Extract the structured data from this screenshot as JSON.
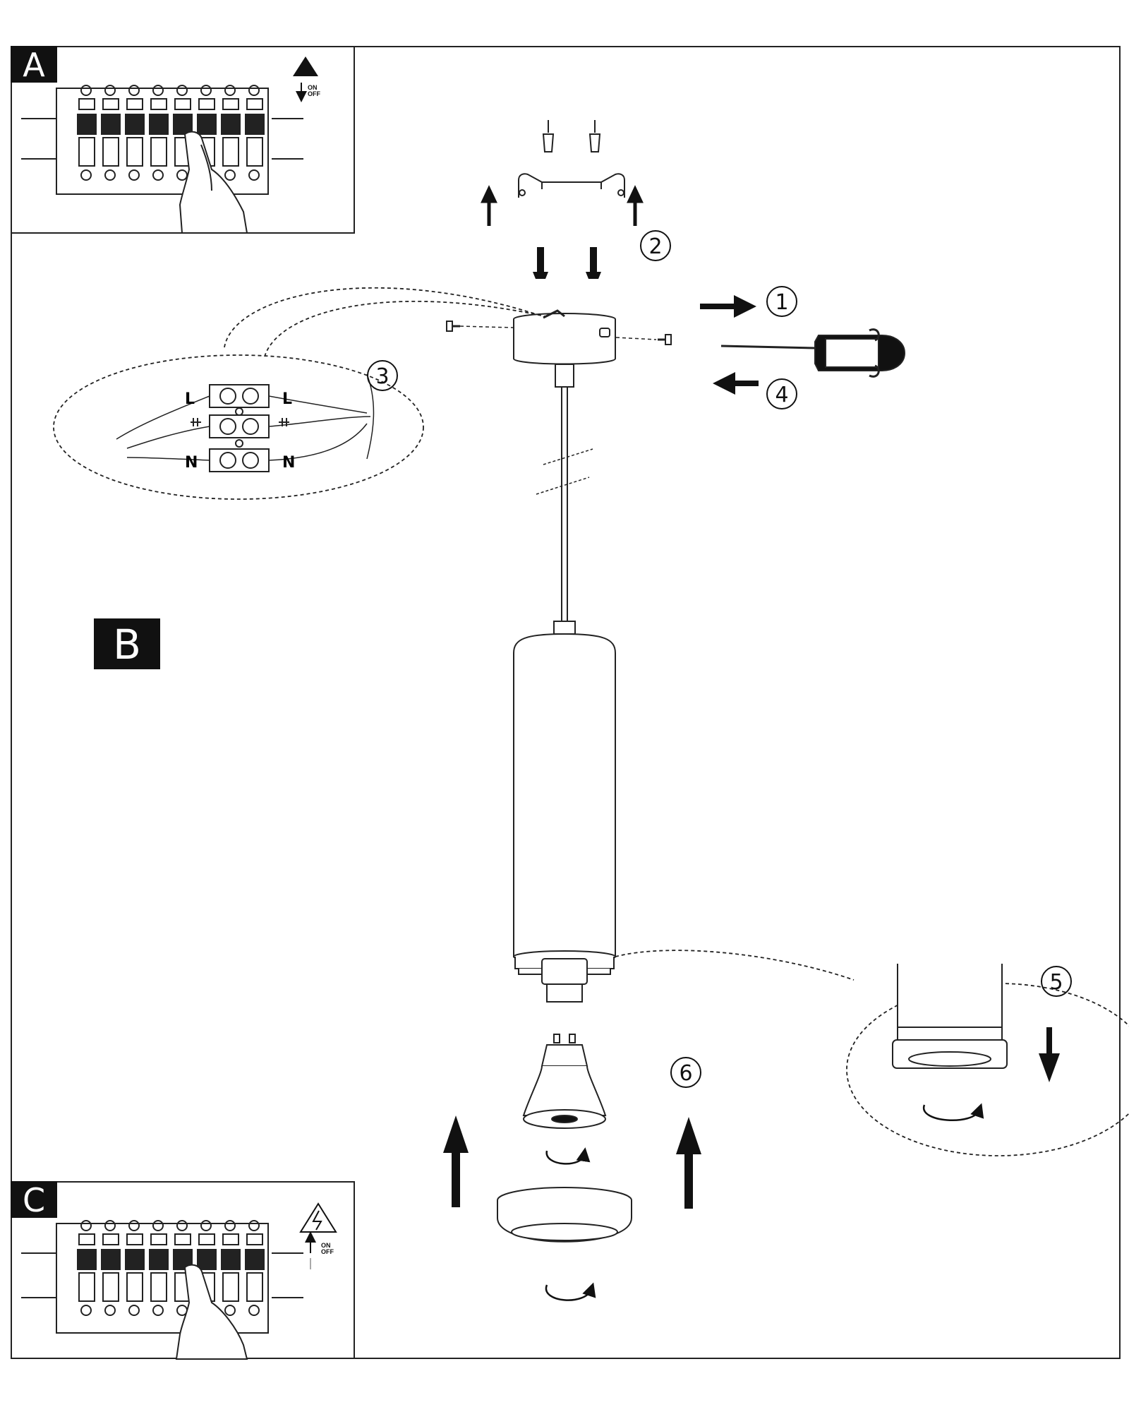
{
  "panels": {
    "a": {
      "tag": "A",
      "on": "ON",
      "off": "OFF"
    },
    "b": {
      "tag": "B"
    },
    "c": {
      "tag": "C",
      "on": "ON",
      "off": "OFF"
    }
  },
  "steps": [
    "1",
    "2",
    "3",
    "4",
    "5",
    "6"
  ],
  "connector_labels": {
    "live": "L",
    "neutral": "N"
  },
  "icons": [
    "warning-triangle-icon",
    "lightning-warning-icon",
    "screwdriver-icon",
    "rotate-icon",
    "arrow-up-icon",
    "arrow-down-icon",
    "arrow-right-icon",
    "arrow-left-icon",
    "ground-icon"
  ]
}
